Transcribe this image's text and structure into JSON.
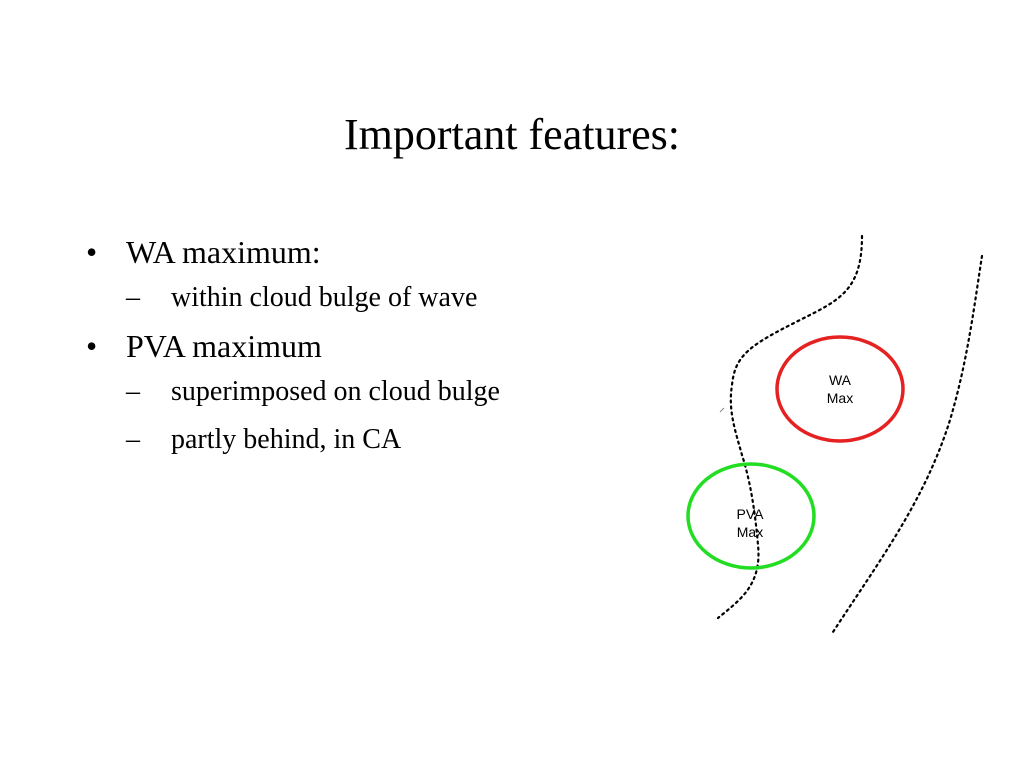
{
  "slide": {
    "title": "Important features:",
    "bullets": [
      {
        "text": "WA maximum:",
        "subs": [
          "within cloud bulge of wave"
        ]
      },
      {
        "text": "PVA maximum",
        "subs": [
          "superimposed on cloud bulge",
          "partly behind, in CA"
        ]
      }
    ],
    "bullet_glyph": "•",
    "sub_glyph": "–"
  },
  "diagram": {
    "wa_label_line1": "WA",
    "wa_label_line2": "Max",
    "pva_label_line1": "PVA",
    "pva_label_line2": "Max",
    "colors": {
      "wa_circle": "#e52222",
      "pva_circle": "#22dd22",
      "dotted_lines": "#000000"
    }
  }
}
